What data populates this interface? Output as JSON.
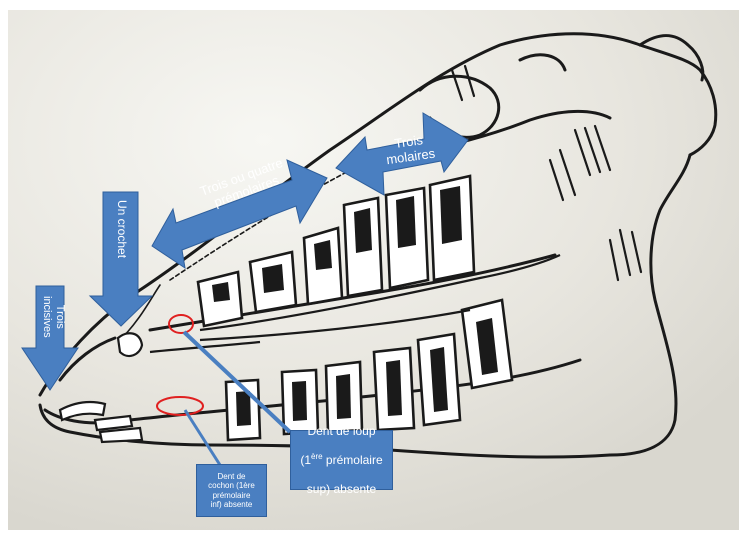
{
  "labels": {
    "trois_ou_quatre_premolaires": "Trois ou quatre\nprémolaires",
    "trois_molaires": "Trois\nmolaires",
    "un_crochet": "Un crochet",
    "trois_incisives": "Trois\nincisives",
    "dent_de_loup_line1": "Dent de loup",
    "dent_de_loup_line2_pre": "(1",
    "dent_de_loup_sup": "ère",
    "dent_de_loup_line2_post": " prémolaire",
    "dent_de_loup_line3": "sup) absente",
    "dent_de_cochon": "Dent de\ncochon (1ère\nprémolaire\ninf) absente"
  },
  "colors": {
    "arrow_fill": "#4a7fc1",
    "arrow_stroke": "#2f5f9c",
    "marker_circle": "#e02020",
    "drawing_ink": "#1a1a1a",
    "paper": "#ecebe6"
  }
}
